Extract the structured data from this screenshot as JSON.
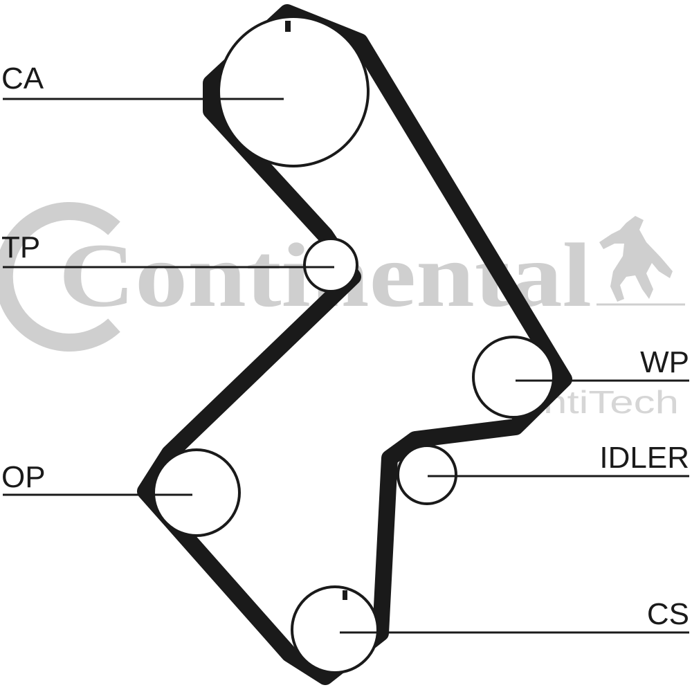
{
  "watermark": {
    "brand": "Continental",
    "sub": "ContiTech",
    "logo_icon": "rearing-horse-icon",
    "color": "#cfcfcf"
  },
  "colors": {
    "belt": "#1a1a1a",
    "line": "#1a1a1a"
  },
  "labels": {
    "ca": "CA",
    "tp": "TP",
    "op": "OP",
    "wp": "WP",
    "idler": "IDLER",
    "cs": "CS"
  }
}
